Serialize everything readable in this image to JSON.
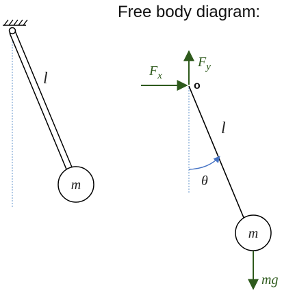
{
  "header": {
    "title": "Free body diagram:"
  },
  "pendulum": {
    "length_label": "l",
    "mass_label": "m"
  },
  "fbd": {
    "pivot_label": "o",
    "force_x_label": "F",
    "force_x_sub": "x",
    "force_y_label": "F",
    "force_y_sub": "y",
    "length_label": "l",
    "angle_label": "θ",
    "mass_label": "m",
    "weight_label": "mg"
  },
  "colors": {
    "force": "#2e5a1c",
    "dashed": "#7fa7d4",
    "line": "#000000"
  }
}
